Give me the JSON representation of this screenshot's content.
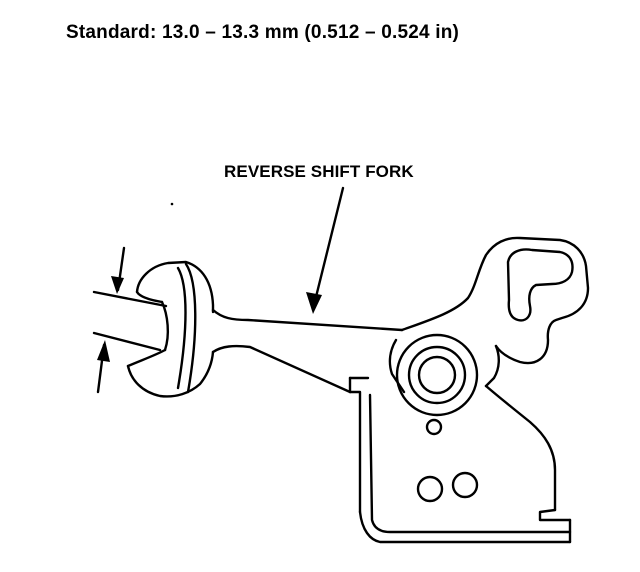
{
  "spec": {
    "standard_label": "Standard:",
    "standard_value": "13.0 – 13.3 mm (0.512 – 0.524 in)"
  },
  "callouts": {
    "part_label": "REVERSE SHIFT FORK"
  },
  "colors": {
    "ink": "#000000",
    "paper": "#ffffff"
  }
}
